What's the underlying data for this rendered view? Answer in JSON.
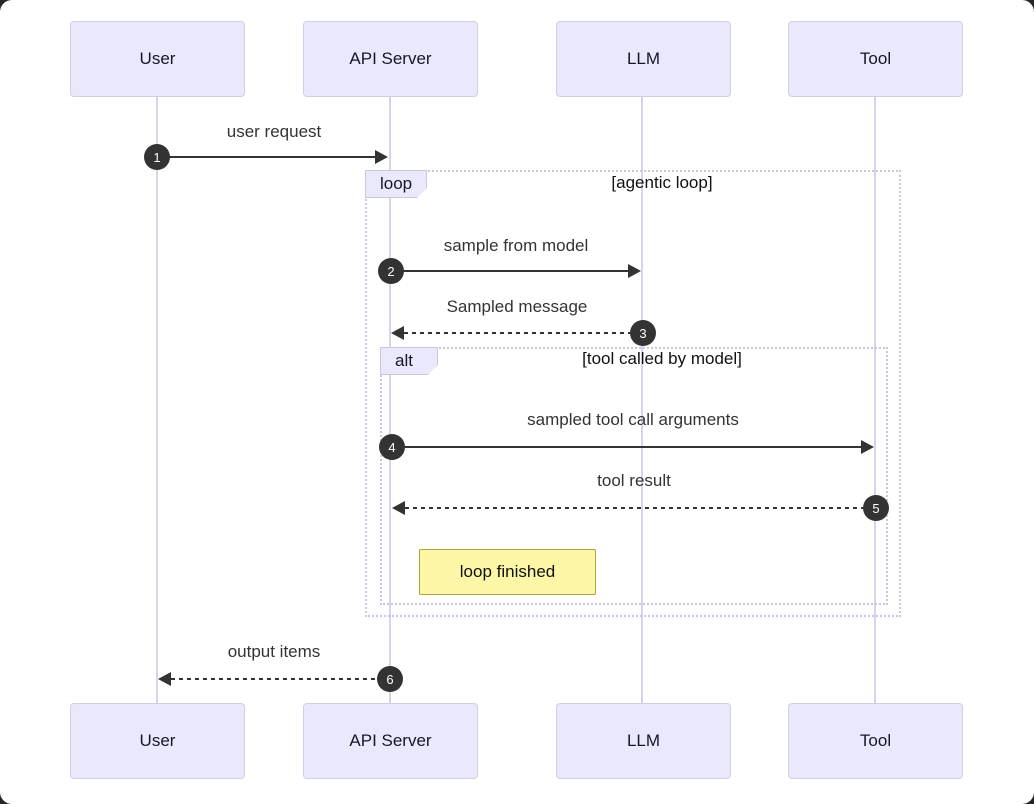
{
  "diagram": {
    "type": "sequence-diagram",
    "actors": [
      {
        "id": "user",
        "label": "User"
      },
      {
        "id": "api-server",
        "label": "API Server"
      },
      {
        "id": "llm",
        "label": "LLM"
      },
      {
        "id": "tool",
        "label": "Tool"
      }
    ],
    "messages": [
      {
        "seq": "1",
        "label": "user request",
        "from": "User",
        "to": "API Server",
        "line": "solid"
      },
      {
        "seq": "2",
        "label": "sample from model",
        "from": "API Server",
        "to": "LLM",
        "line": "solid"
      },
      {
        "seq": "3",
        "label": "Sampled message",
        "from": "LLM",
        "to": "API Server",
        "line": "dashed"
      },
      {
        "seq": "4",
        "label": "sampled tool call arguments",
        "from": "API Server",
        "to": "Tool",
        "line": "solid"
      },
      {
        "seq": "5",
        "label": "tool result",
        "from": "Tool",
        "to": "API Server",
        "line": "dashed"
      },
      {
        "seq": "6",
        "label": "output items",
        "from": "API Server",
        "to": "User",
        "line": "dashed"
      }
    ],
    "frames": [
      {
        "kind": "loop",
        "label": "loop",
        "condition": "[agentic loop]"
      },
      {
        "kind": "alt",
        "label": "alt",
        "condition": "[tool called by model]"
      }
    ],
    "note": {
      "text": "loop finished"
    },
    "colors": {
      "actor_fill": "#E9E9FB",
      "actor_border": "#CFCFE8",
      "lifeline": "#D8D3EC",
      "frame_border": "#C8C8E0",
      "arrow": "#333333",
      "seq_badge": "#333333",
      "note_fill": "#FCF6A6",
      "note_border": "#A8A83A",
      "canvas": "#FFFFFF"
    }
  }
}
